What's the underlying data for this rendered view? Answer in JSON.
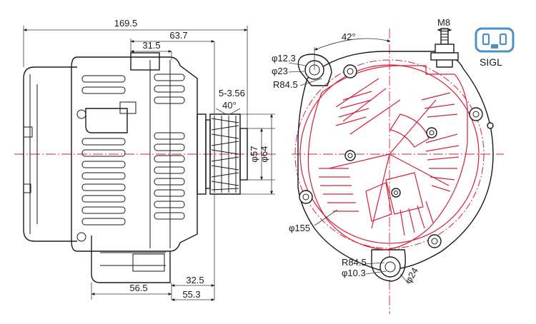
{
  "side_view": {
    "dim_overall_length": "169.5",
    "dim_mount_to_pulley": "63.7",
    "dim_top_boss": "31.5",
    "dim_pulley_groove": "5-3.56",
    "dim_pulley_angle": "40°",
    "dim_pulley_dia_inner": "φ57",
    "dim_pulley_dia_outer": "φ64",
    "dim_bottom_mount": "56.5",
    "dim_bottom_ear": "32.5",
    "dim_bottom_to_face": "55.3"
  },
  "front_view": {
    "dim_ear_angle": "42°",
    "dim_terminal_thread": "M8",
    "dim_top_ear_hole": "φ12.3",
    "dim_top_ear_dia": "φ23",
    "dim_top_ear_radius": "R84.5",
    "dim_housing_dia": "φ155",
    "dim_bottom_ear_radius": "R84.5",
    "dim_bottom_ear_hole": "φ10.3",
    "dim_bottom_ear_dia": "φ24"
  },
  "connector": {
    "label": "SIGL",
    "color": "#4a90c2"
  },
  "colors": {
    "outline": "#1a1a1a",
    "rear_cover": "#d4203a"
  }
}
